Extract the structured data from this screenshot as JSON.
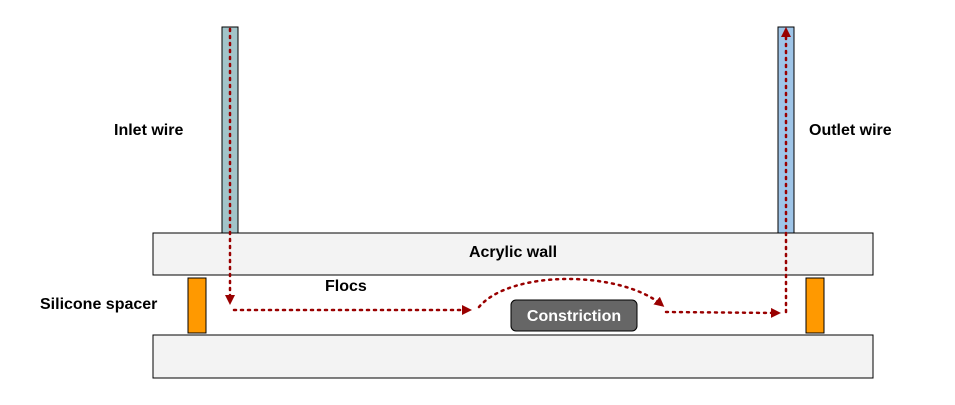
{
  "labels": {
    "inlet_wire": "Inlet wire",
    "outlet_wire": "Outlet wire",
    "acrylic_wall": "Acrylic wall",
    "silicone_spacer": "Silicone spacer",
    "flocs": "Flocs",
    "constriction": "Constriction"
  },
  "colors": {
    "wire_inlet": "#a2c4c9",
    "wire_outlet": "#9fc5e8",
    "wall": "#f3f3f3",
    "spacer": "#ff9900",
    "constriction": "#666666",
    "flow_path": "#990000"
  }
}
